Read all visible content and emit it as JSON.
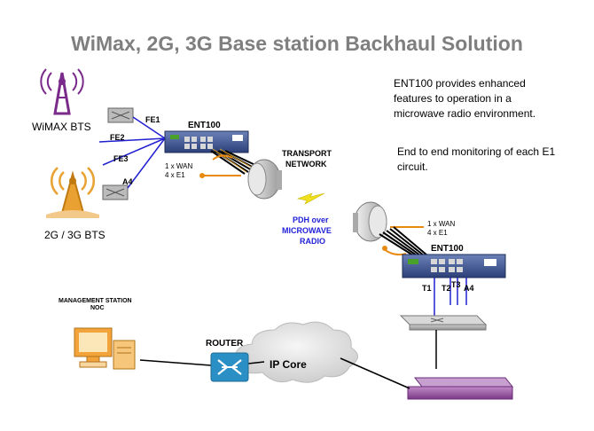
{
  "title": "WiMax, 2G, 3G Base station Backhaul Solution",
  "description": {
    "line1": "ENT100 provides enhanced",
    "line2": "features to operation in a",
    "line3": "microwave radio environment.",
    "line4": "End to end monitoring of each E1",
    "line5": "circuit."
  },
  "site_a": {
    "wimax_bts": "WiMAX BTS",
    "bts_2g3g": "2G / 3G BTS",
    "fe1": "FE1",
    "fe2": "FE2",
    "fe3": "FE3",
    "a4": "A4",
    "device": "ENT100",
    "wan": "1 x WAN",
    "e1": "4 x E1",
    "transport": "TRANSPORT",
    "network": "NETWORK"
  },
  "link": {
    "line1": "PDH over",
    "line2": "MICROWAVE",
    "line3": "RADIO"
  },
  "site_b": {
    "wan": "1 x WAN",
    "e1": "4 x E1",
    "device": "ENT100",
    "t1": "T1",
    "t2": "T2",
    "t3": "T3",
    "a4": "A4"
  },
  "core": {
    "mgmt1": "MANAGEMENT STATION",
    "mgmt2": "NOC",
    "router": "ROUTER",
    "ipcore": "IP Core"
  }
}
